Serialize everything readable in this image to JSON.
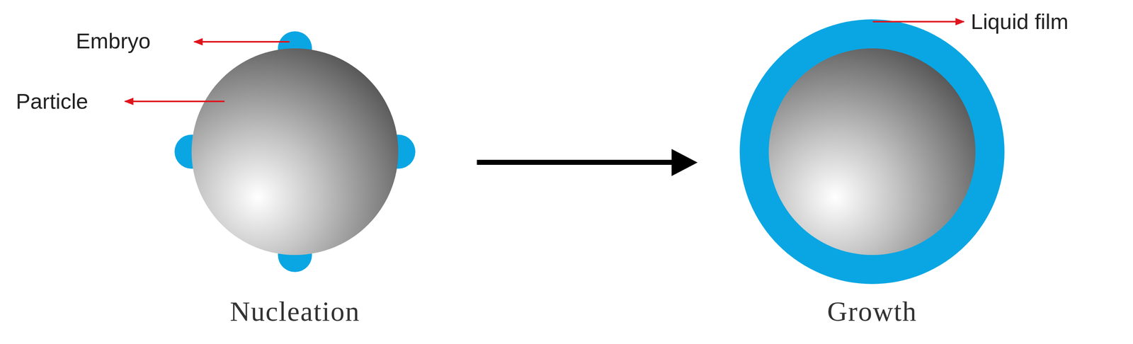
{
  "diagram": {
    "labels": [
      "Embryo",
      "Particle",
      "Liquid film",
      "Nucleation",
      "Growth"
    ]
  }
}
